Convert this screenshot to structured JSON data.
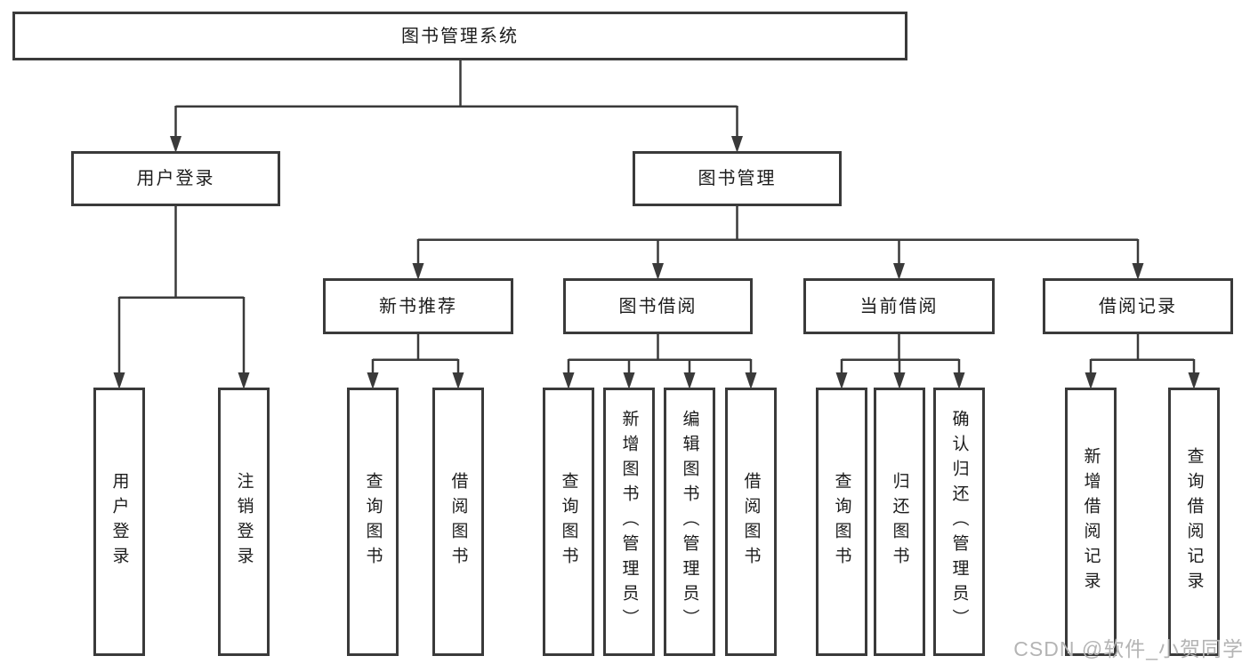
{
  "tree": {
    "root": "图书管理系统",
    "branches": [
      {
        "label": "用户登录",
        "leaves": [
          "用户登录",
          "注销登录"
        ]
      },
      {
        "label": "图书管理",
        "sections": [
          {
            "label": "新书推荐",
            "leaves": [
              "查询图书",
              "借阅图书"
            ]
          },
          {
            "label": "图书借阅",
            "leaves": [
              "查询图书",
              "新增图书（管理员）",
              "编辑图书（管理员）",
              "借阅图书"
            ]
          },
          {
            "label": "当前借阅",
            "leaves": [
              "查询图书",
              "归还图书",
              "确认归还（管理员）"
            ]
          },
          {
            "label": "借阅记录",
            "leaves": [
              "新增借阅记录",
              "查询借阅记录"
            ]
          }
        ]
      }
    ]
  },
  "watermark": "CSDN @软件_小贺同学",
  "colors": {
    "line": "#3a3a3a",
    "text": "#1c1c1c",
    "watermark": "#b4b4b4",
    "background": "#ffffff"
  }
}
